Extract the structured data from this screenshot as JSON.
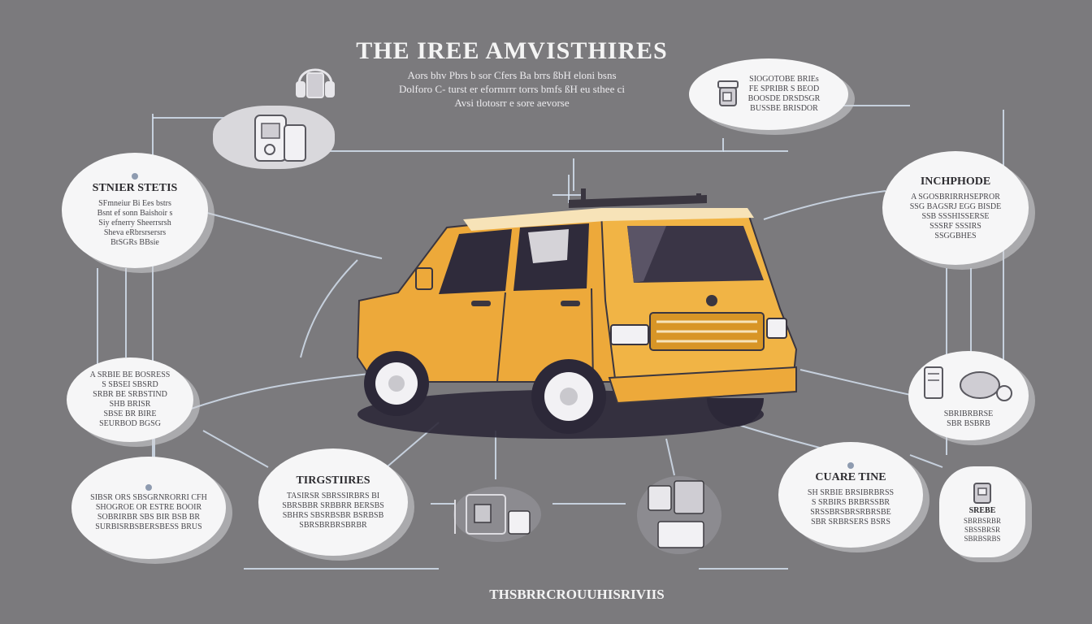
{
  "title": "THE IREE AMVISTHIRES",
  "subtitle": "Aors bhv Pbrs b sor Cfers Ba brrs ßbH eloni bsns\nDolforo C- turst er eformrrr torrs bmfs ßH eu sthee ci\nAvsi tlotosrr e sore aevorse",
  "footer": "THSBRRCROUUHISRIVIIS",
  "colors": {
    "background": "#7b7a7d",
    "bubble": "#f6f6f7",
    "car_body": "#eda93a",
    "connector": "#d9e6f5"
  },
  "bubbles": [
    {
      "id": "stmer-stetis",
      "heading": "STNIER STETIS",
      "text": "SFmneiur Bi Ees bstrs\nBsnt ef sonn Baishoir s\nSiy efnerry Sheerrsrsh\nSheva eRbrsrsersrs\nBtSGRs BBsie"
    },
    {
      "id": "inhcpnode",
      "heading": "INCHPHODE",
      "text": "A SGOSBRIRRHSEPROR\nSSG BAGSRJ EGG BISDE\nSSB SSSHISSERSE\nSSSRF SSSIRS\nSSGGBHES"
    },
    {
      "id": "top-right",
      "heading": "",
      "text": "SIOGOTOBE BRIEs\nFE SPRIBR S BEOD\nBOOSDE DRSDSGR\nBUSSBE BRISDOR"
    },
    {
      "id": "left-middle",
      "heading": "",
      "text": "A SRBIE BE BOSRESS\nS SBSEI SBSRD\nSRBR BE SRBSTIND\nSHB BRISR\nSBSE BR BIRE\nSEURBOD BGSG"
    },
    {
      "id": "bottom-left",
      "heading": "",
      "text": "SIBSR ORS SBSGRNRORRI CFH\nSHOGROE OR ESTRE BOOIR\nSOBRIRBR SBS BIR BSB BR\nSURBISRBSBERSBESS BRUS"
    },
    {
      "id": "tirgstiries",
      "heading": "TIRGSTIIRES",
      "text": "TASIRSR SBRSSIRBRS BI\nSBRSBBR SRBBRR BERSBS\nSBHRS SBSRBSBR BSRBSB\nSBRSBRBRSBRBR"
    },
    {
      "id": "cuare-tine",
      "heading": "CUARE TINE",
      "text": "SH SRBIE BRSIBRBRSS\nS SRBIRS BRBRSSBR\nSRSSBRSBRSRBRSBE\nSBR SRBRSERS BSRS"
    },
    {
      "id": "right-middle",
      "heading": "",
      "text": "SBRIBRBRSE\nSBR BSBRB"
    },
    {
      "id": "bottom-right",
      "heading": "SREBE",
      "text": "SBRBSRBR\nSBSSBRSR\nSBRBSRBS"
    }
  ]
}
